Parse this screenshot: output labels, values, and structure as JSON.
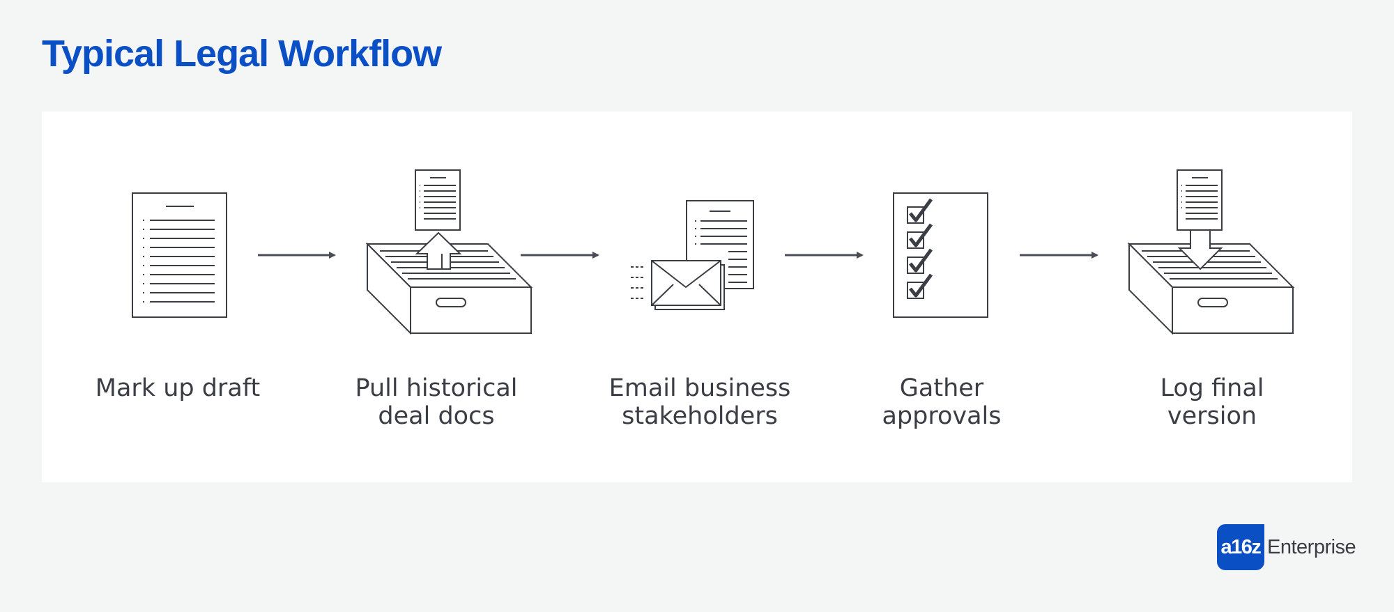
{
  "title": "Typical Legal Workflow",
  "steps": [
    {
      "line1": "Mark up draft",
      "line2": "",
      "icon": "document-icon"
    },
    {
      "line1": "Pull historical",
      "line2": "deal docs",
      "icon": "archive-box-upload-icon"
    },
    {
      "line1": "Email business",
      "line2": "stakeholders",
      "icon": "email-icon"
    },
    {
      "line1": "Gather",
      "line2": "approvals",
      "icon": "checklist-icon"
    },
    {
      "line1": "Log final",
      "line2": "version",
      "icon": "archive-box-download-icon"
    }
  ],
  "logo": {
    "mark": "a16z",
    "text": "Enterprise"
  },
  "colors": {
    "title": "#0a4fc4",
    "icon_stroke": "#3a3d44",
    "arrow": "#4a4d55",
    "background": "#f4f5f5",
    "panel": "#ffffff"
  }
}
